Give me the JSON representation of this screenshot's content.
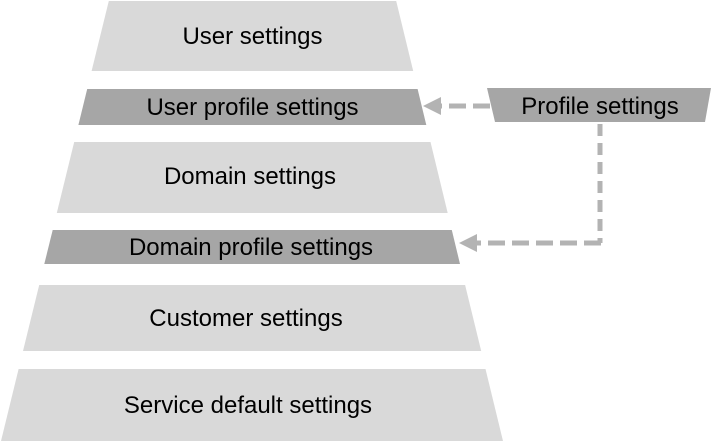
{
  "diagram": {
    "layers": [
      {
        "label": "User settings",
        "emphasis": "light"
      },
      {
        "label": "User profile settings",
        "emphasis": "dark"
      },
      {
        "label": "Domain settings",
        "emphasis": "light"
      },
      {
        "label": "Domain profile settings",
        "emphasis": "dark"
      },
      {
        "label": "Customer settings",
        "emphasis": "light"
      },
      {
        "label": "Service default settings",
        "emphasis": "light"
      }
    ],
    "external_box": {
      "label": "Profile settings"
    },
    "arrows": [
      {
        "from": "Profile settings",
        "to": "User profile settings",
        "style": "dashed"
      },
      {
        "from": "Profile settings",
        "to": "Domain profile settings",
        "style": "dashed"
      }
    ],
    "colors": {
      "layer_light": "#d9d9d9",
      "layer_dark": "#a6a6a6",
      "box_fill": "#a6a6a6",
      "arrow": "#b3b3b3",
      "text": "#000000",
      "background": "#ffffff"
    }
  }
}
